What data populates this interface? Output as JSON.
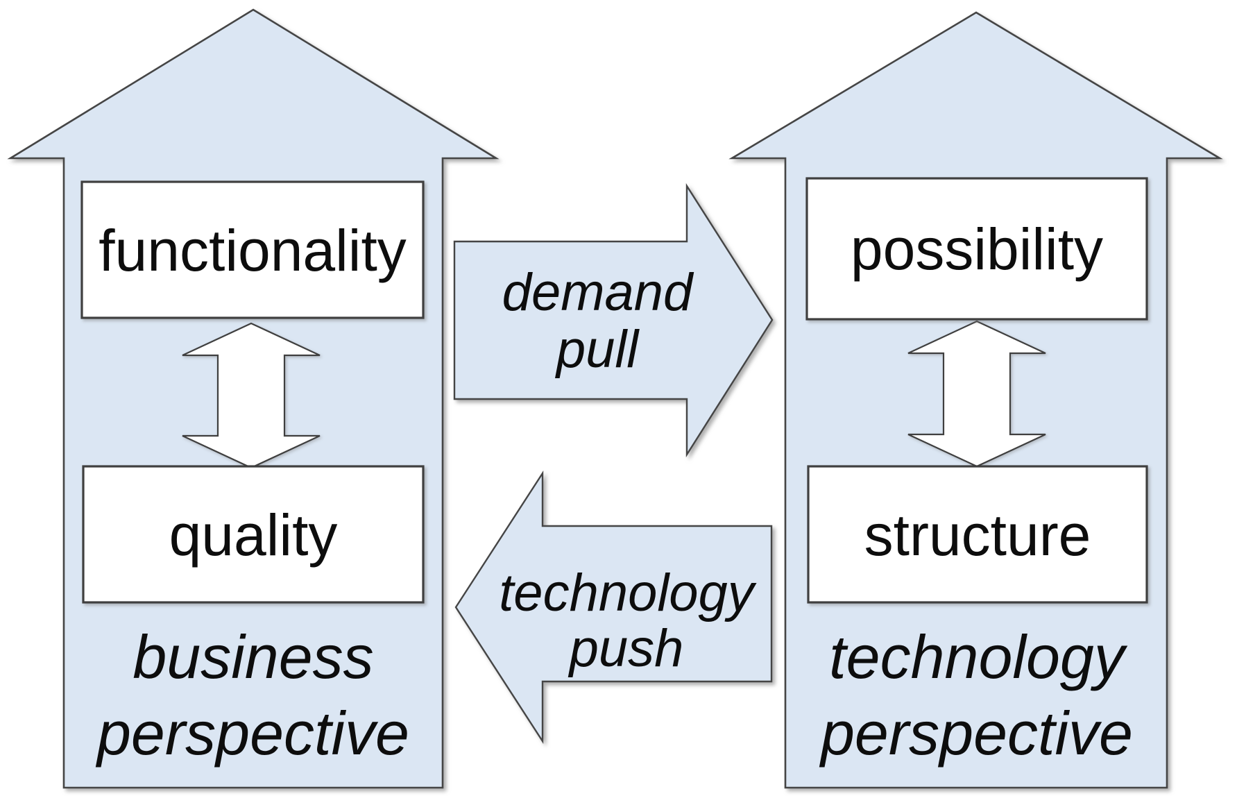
{
  "colors": {
    "shape_fill": "#dbe6f3",
    "shape_border": "#454545",
    "box_fill": "#ffffff",
    "box_border": "#3f3f3f",
    "text_color": "#0d0d0d",
    "canvas_bg": "#ffffff"
  },
  "left_tower": {
    "top_box": "functionality",
    "bottom_box": "quality",
    "caption_line1": "business",
    "caption_line2": "perspective"
  },
  "right_tower": {
    "top_box": "possibility",
    "bottom_box": "structure",
    "caption_line1": "technology",
    "caption_line2": "perspective"
  },
  "flows": {
    "demand_pull": {
      "line1": "demand",
      "line2": "pull"
    },
    "technology_push": {
      "line1": "technology",
      "line2": "push"
    }
  }
}
